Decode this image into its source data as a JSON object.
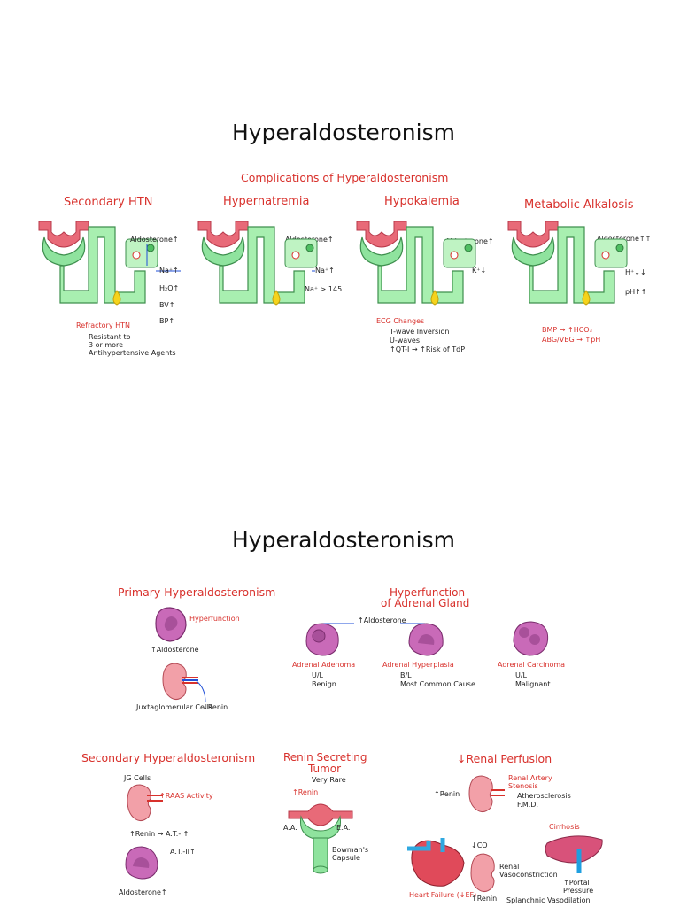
{
  "page1": {
    "title": "Hyperaldosteronism",
    "subtitle": "Complications of Hyperaldosteronism",
    "panels": [
      {
        "heading": "Secondary HTN",
        "aldo": "Aldosterone↑",
        "ion": "Na⁺↑",
        "chain": [
          "H₂O↑",
          "BV↑",
          "BP↑"
        ],
        "note": "Refractory HTN",
        "note_lines": [
          "Resistant to",
          "3 or more",
          "Antihypertensive Agents"
        ]
      },
      {
        "heading": "Hypernatremia",
        "aldo": "Aldosterone↑",
        "ion": "Na⁺↑",
        "extra": "Na⁺ > 145"
      },
      {
        "heading": "Hypokalemia",
        "aldo": "Aldosterone↑",
        "ion": "K⁺↓",
        "note": "ECG Changes",
        "note_lines": [
          "T-wave Inversion",
          "U-waves",
          "↑QT-I → ↑Risk of TdP"
        ]
      },
      {
        "heading": "Metabolic Alkalosis",
        "aldo": "Aldosterone↑↑",
        "ion": "H⁺↓↓",
        "extra": "pH↑↑",
        "note_lines": [
          "BMP → ↑HCO₃⁻",
          "ABG/VBG → ↑pH"
        ]
      }
    ]
  },
  "page2": {
    "title": "Hyperaldosteronism",
    "primary": {
      "heading": "Primary Hyperaldosteronism",
      "hyper": "Hyperfunction",
      "aldo": "↑Aldosterone",
      "jg": "Juxtaglomerular Cells",
      "renin": "↓Renin"
    },
    "adrenal": {
      "heading_line1": "Hyperfunction",
      "heading_line2": "of Adrenal Gland",
      "aldo": "↑Aldosterone",
      "types": [
        {
          "name": "Adrenal Adenoma",
          "items": [
            "U/L",
            "Benign"
          ]
        },
        {
          "name": "Adrenal Hyperplasia",
          "items": [
            "B/L",
            "Most Common Cause"
          ]
        },
        {
          "name": "Adrenal Carcinoma",
          "items": [
            "U/L",
            "Malignant"
          ]
        }
      ]
    },
    "secondary": {
      "heading": "Secondary Hyperaldosteronism",
      "jg": "JG Cells",
      "raas": "↑RAAS Activity",
      "renin": "↑Renin → A.T.-I↑",
      "at2": "A.T.-II↑",
      "aldo": "Aldosterone↑"
    },
    "tumor": {
      "heading_line1": "Renin Secreting",
      "heading_line2": "Tumor",
      "rare": "Very Rare",
      "renin": "↑Renin",
      "aa": "A.A.",
      "ea": "E.A.",
      "capsule": "Bowman's Capsule"
    },
    "perfusion": {
      "heading": "↓Renal Perfusion",
      "renin": "↑Renin",
      "stenosis": "Renal Artery Stenosis",
      "stenosis_items": [
        "Atherosclerosis",
        "F.M.D."
      ],
      "cirrhosis": "Cirrhosis",
      "co": "↓CO",
      "vaso": "Renal Vasoconstriction",
      "portal": "↑Portal Pressure",
      "hf": "Heart Failure (↓EF)",
      "renin2": "↑Renin",
      "splanchnic": "Splanchnic Vasodilation"
    }
  }
}
